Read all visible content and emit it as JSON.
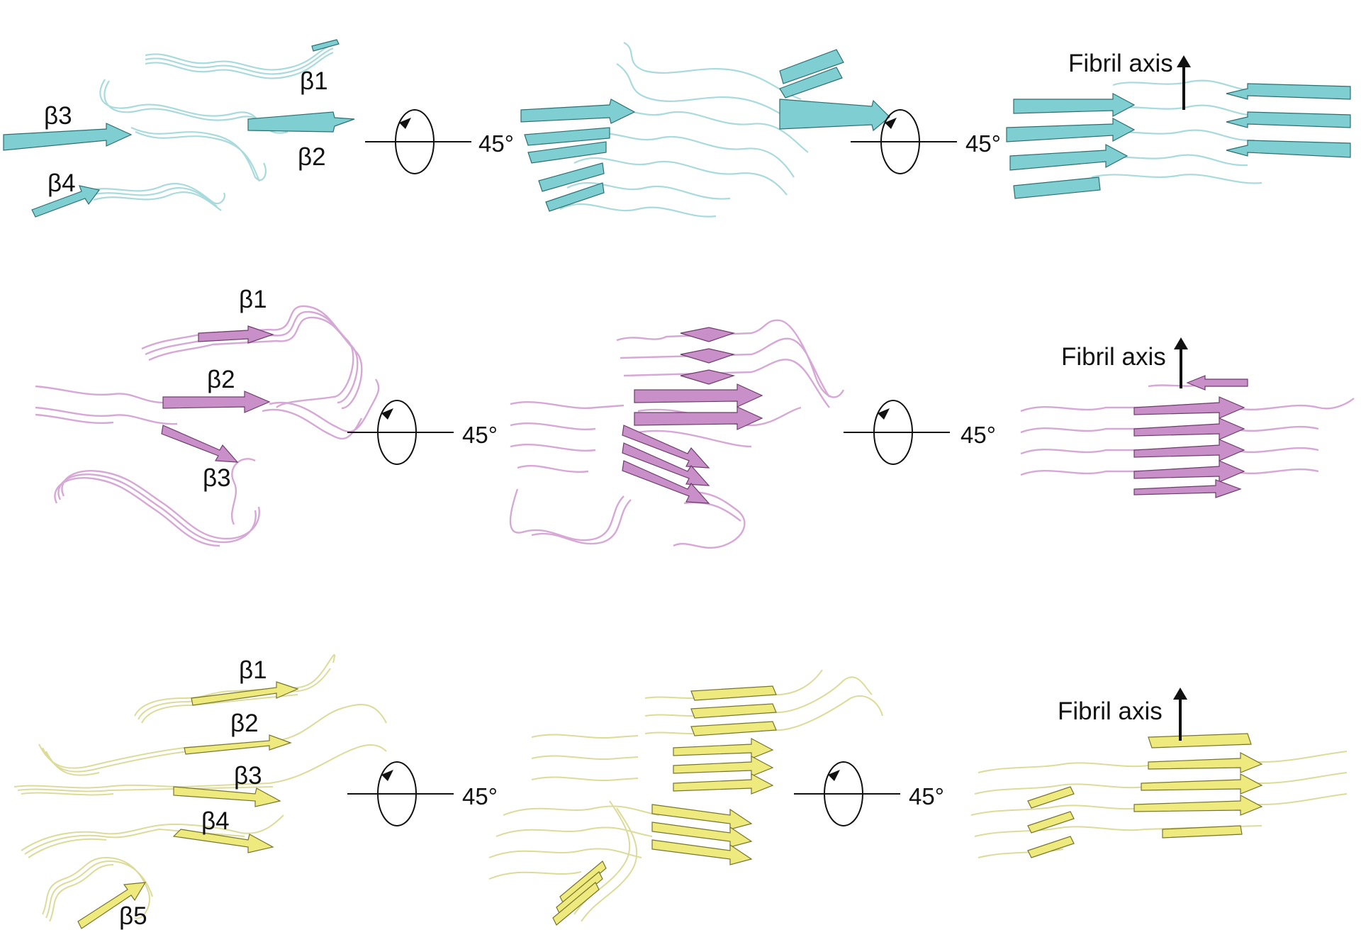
{
  "colors": {
    "row1_strand": "#7fcfd2",
    "row1_strand_dark": "#2d6f72",
    "row1_coil": "#a9dadc",
    "row2_strand": "#c98fc8",
    "row2_strand_dark": "#6d3d6c",
    "row2_coil": "#d6a8d5",
    "row3_strand": "#eeea7e",
    "row3_strand_dark": "#77742c",
    "row3_coil": "#dcdb9a",
    "annotation": "#111111"
  },
  "rotation_label": "45°",
  "fibril_axis_label": "Fibril axis",
  "rows": [
    {
      "name": "cyan",
      "strand_labels": [
        "β1",
        "β2",
        "β3",
        "β4"
      ]
    },
    {
      "name": "pink",
      "strand_labels": [
        "β1",
        "β2",
        "β3"
      ]
    },
    {
      "name": "yellow",
      "strand_labels": [
        "β1",
        "β2",
        "β3",
        "β4",
        "β5"
      ]
    }
  ]
}
